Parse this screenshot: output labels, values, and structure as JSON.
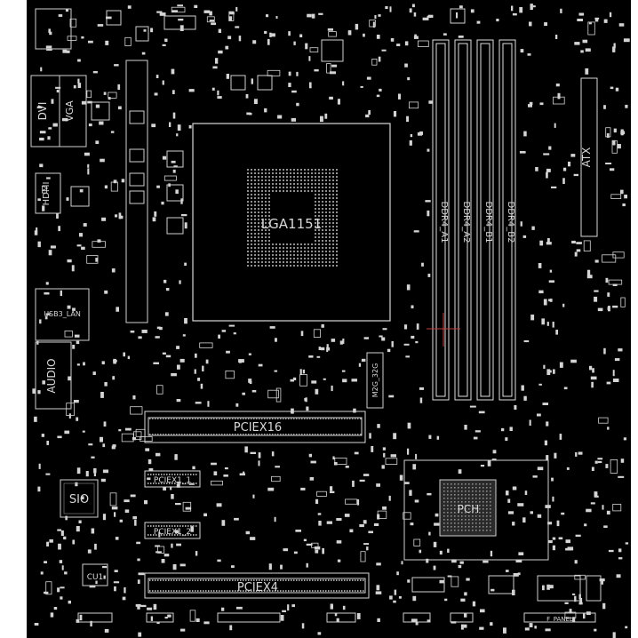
{
  "board": {
    "labels": {
      "cpu_socket": "LGA1151",
      "dvi": "DVI",
      "vga": "VGA",
      "hdmi": "HDMI",
      "usb_lan": "USB3_LAN",
      "audio": "AUDIO",
      "m2": "M2G_32G",
      "sio": "SIO",
      "cu1": "CU1",
      "atx": "ATX",
      "pciex16": "PCIEX16",
      "pciex1_1": "PCIEX1_1",
      "pciex1_2": "PCIEX1_2",
      "pciex4": "PCIEX4",
      "pch": "PCH",
      "ddr_a1": "DDR4_A1",
      "ddr_a2": "DDR4_A2",
      "ddr_b1": "DDR4_B1",
      "ddr_b2": "DDR4_B2",
      "f_panel": "F_PANEL"
    }
  }
}
